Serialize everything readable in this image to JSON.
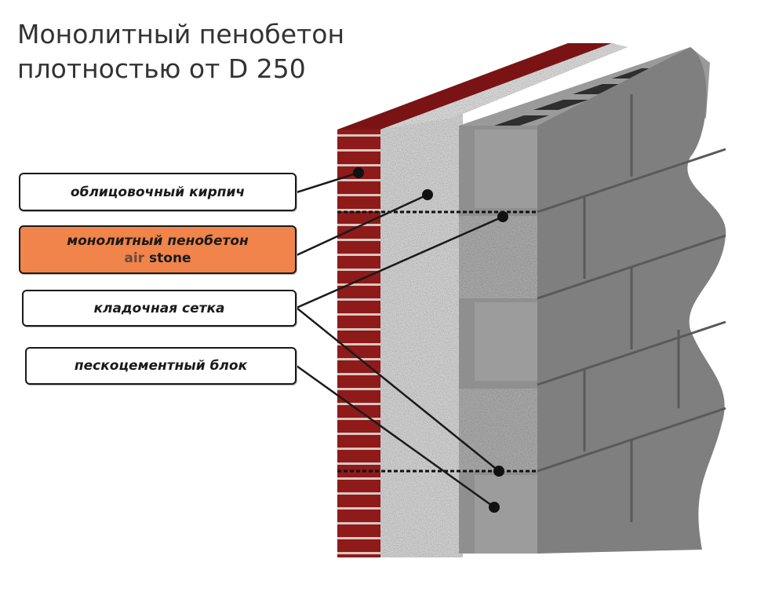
{
  "title": {
    "line1": "Монолитный пенобетон",
    "line2": "плотностью от D 250"
  },
  "labels": {
    "brick": "облицовочный кирпич",
    "foam": "монолитный пенобетон",
    "foam_brand_a": "air",
    "foam_brand_b": "stone",
    "mesh": "кладочная сетка",
    "block": "пескоцементный блок"
  },
  "colors": {
    "brick": "#8e1a1a",
    "foam_layer": "#c9c9c9",
    "block": "#8a8a8a",
    "label_highlight": "#f0844a"
  }
}
